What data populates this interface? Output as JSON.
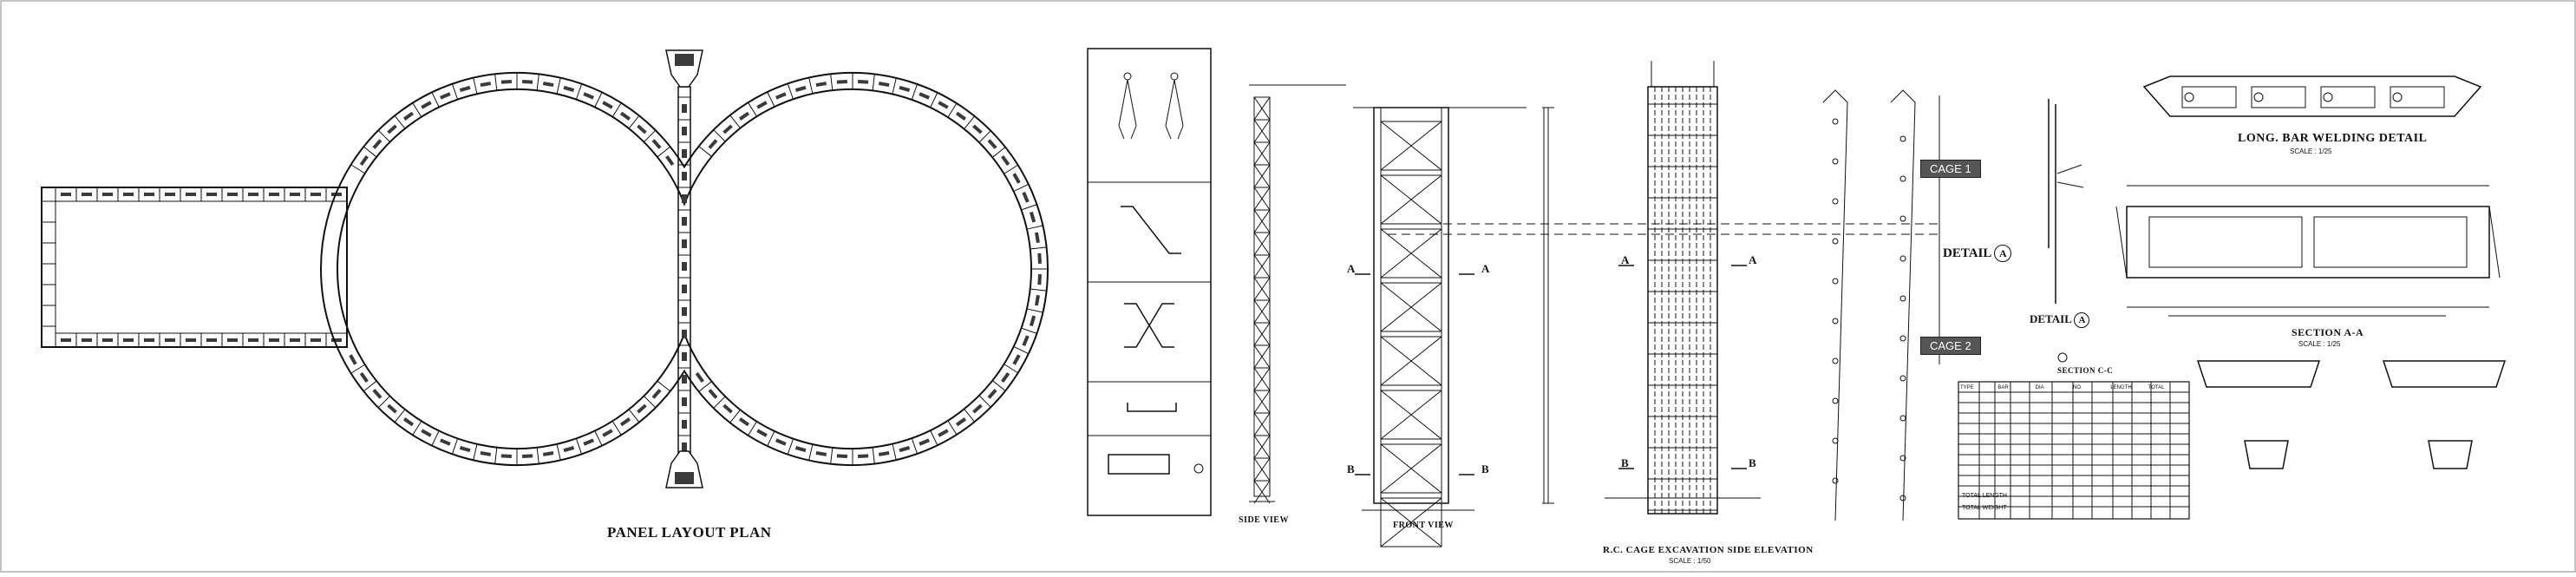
{
  "titles": {
    "panel_layout": "PANEL LAYOUT PLAN",
    "side_view": "SIDE VIEW",
    "front_view": "FRONT VIEW",
    "rc_cage": "R.C. CAGE EXCAVATION SIDE ELEVATION",
    "long_bar": "LONG. BAR WELDING DETAIL",
    "section_aa": "SECTION A-A",
    "detail_a": "DETAIL",
    "section_cc": "SECTION C-C"
  },
  "tags": {
    "cage1": "CAGE 1",
    "cage2": "CAGE 2",
    "detail_a_marker": "A",
    "section_a": "A",
    "section_b": "B"
  },
  "scales": {
    "rc_cage": "SCALE : 1/50",
    "long_bar": "SCALE : 1/25",
    "section_aa": "SCALE : 1/25"
  },
  "table": {
    "headers": [
      "TYPE",
      "BAR",
      "DIA",
      "NO.",
      "LENGTH",
      "TOTAL"
    ],
    "total_label": "TOTAL LENGTH",
    "weight_label": "TOTAL WEIGHT"
  },
  "colors": {
    "ink": "#111111",
    "panel_fill": "#3a3a3a",
    "tag_fill": "#555555"
  }
}
